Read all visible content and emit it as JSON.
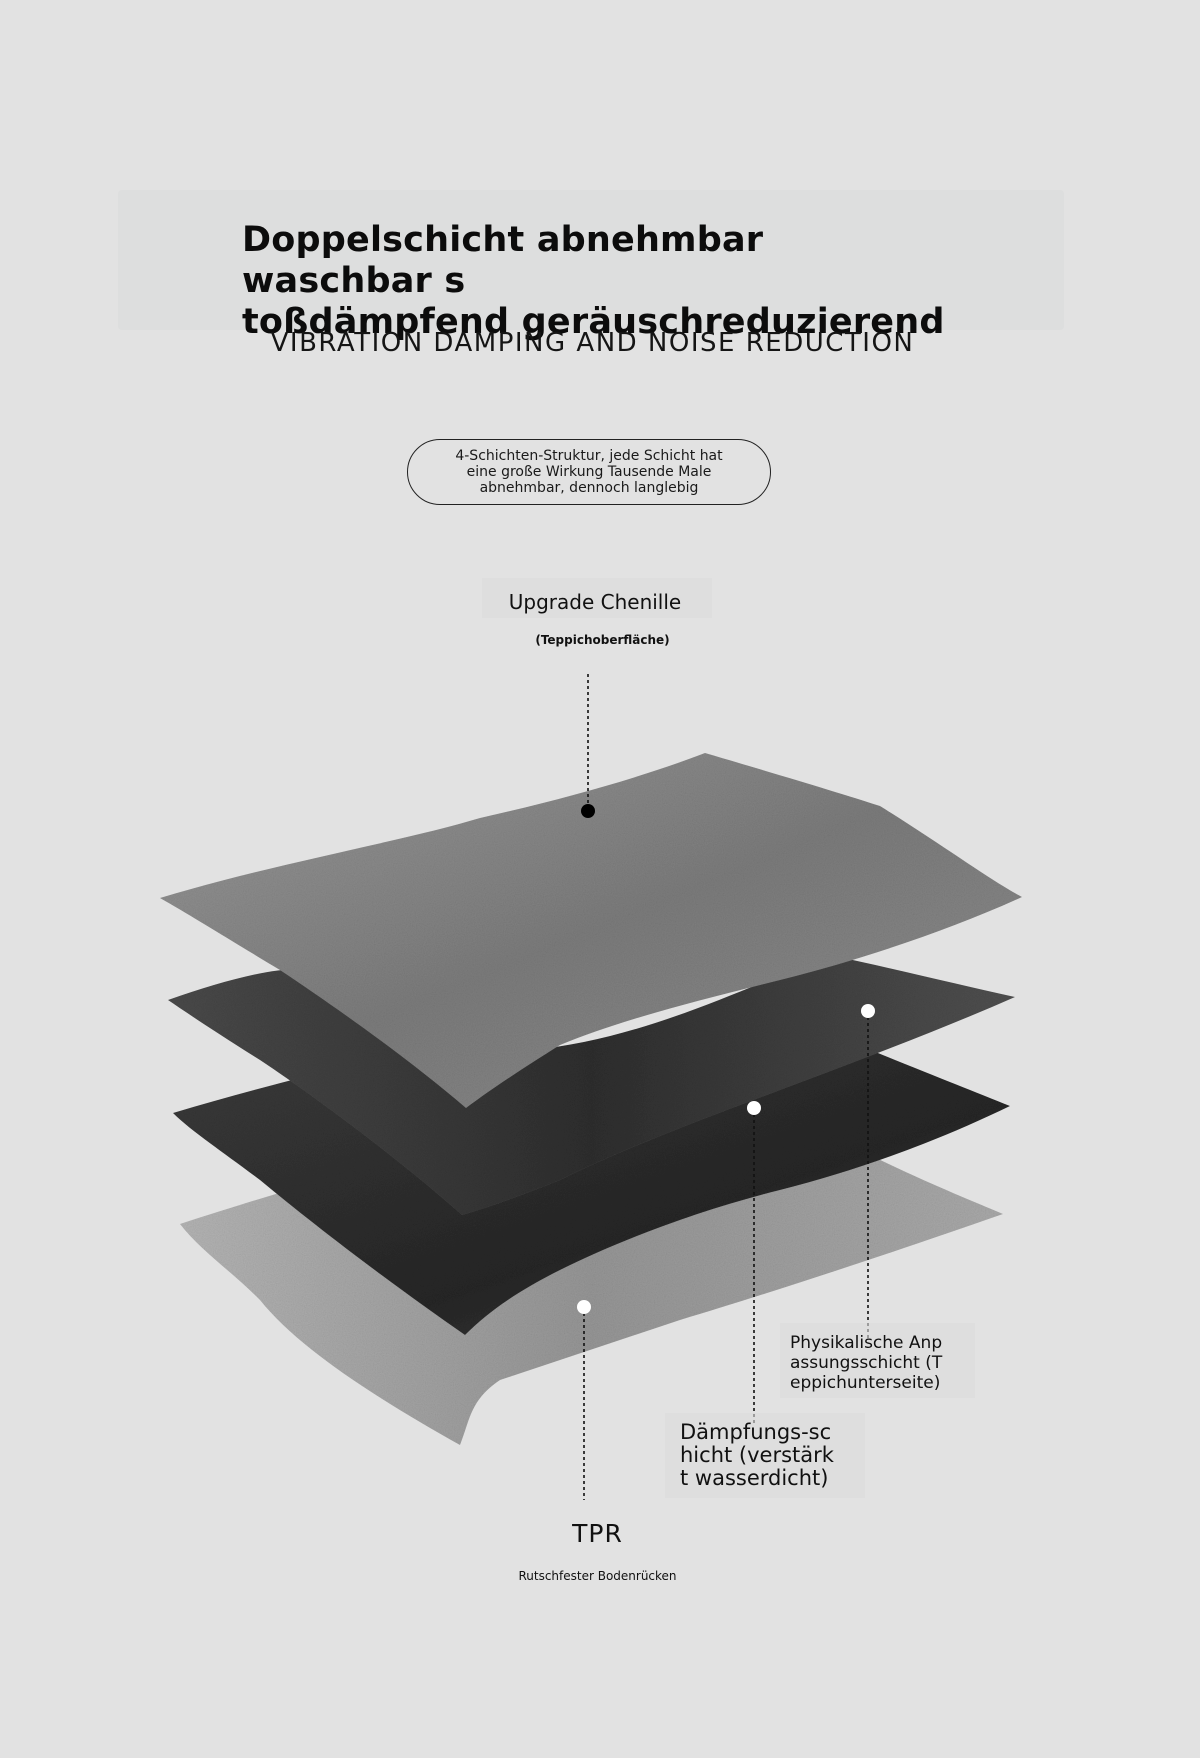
{
  "headline": {
    "line1": "Doppelschicht abnehmbar waschbar s",
    "line2": "toßdämpfend geräuschreduzierend"
  },
  "subheadline": "VIBRATION DAMPING AND NOISE REDUCTION",
  "pill": {
    "line1": "4-Schichten-Struktur, jede Schicht hat",
    "line2": "eine große Wirkung Tausende Male",
    "line3": "abnehmbar, dennoch langlebig"
  },
  "layers": {
    "top": {
      "title": "Upgrade Chenille",
      "subtitle": "(Teppichoberfläche)"
    },
    "physical": {
      "line1": "Physikalische Anp",
      "line2": "assungsschicht (T",
      "line3": "eppichunterseite)"
    },
    "damping": {
      "line1": "Dämpfungs-sc",
      "line2": "hicht (verstärk",
      "line3": "t wasserdicht)"
    },
    "tpr": {
      "title": "TPR",
      "subtitle": "Rutschfester Bodenrücken"
    }
  },
  "colors": {
    "background": "#e2e2e2",
    "chenille": "#8c8c8c",
    "physical_layer": "#3d3d3d",
    "damping_layer": "#2f2f2f",
    "tpr_layer": "#a8a8a8"
  }
}
